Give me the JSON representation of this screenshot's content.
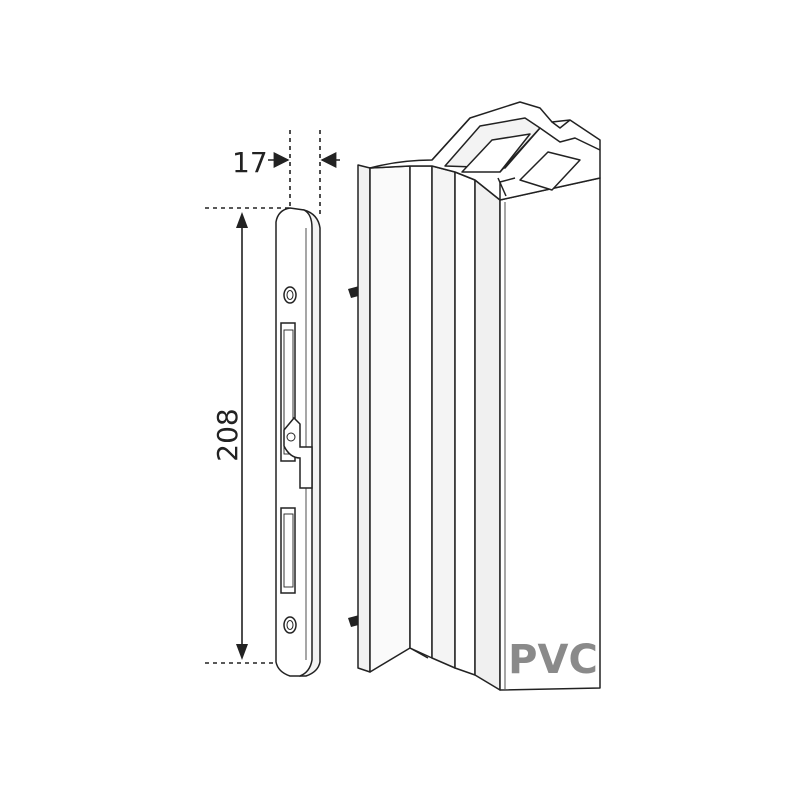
{
  "dimensions": {
    "width_label": "17",
    "height_label": "208"
  },
  "profile": {
    "material_label": "PVC"
  },
  "colors": {
    "line": "#222222",
    "label_gray": "#8a8a8a"
  }
}
